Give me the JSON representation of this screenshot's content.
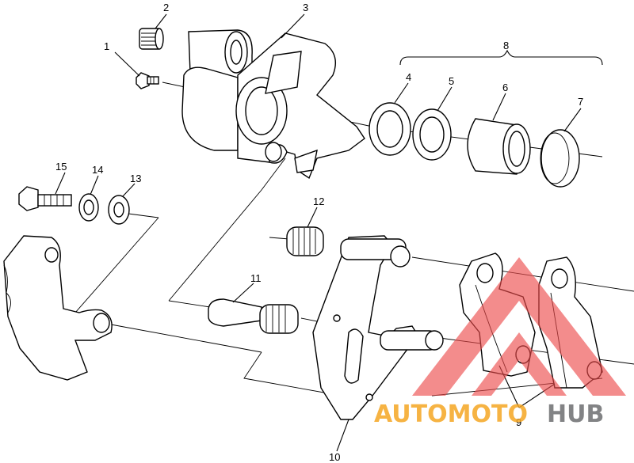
{
  "callouts": {
    "c1": "1",
    "c2": "2",
    "c3": "3",
    "c4": "4",
    "c5": "5",
    "c6": "6",
    "c7": "7",
    "c8": "8",
    "c9": "9",
    "c10": "10",
    "c11": "11",
    "c12": "12",
    "c13": "13",
    "c14": "14",
    "c15": "15"
  },
  "watermark": {
    "text_a": "AUTOMOTO",
    "text_b": "HUB",
    "color_a": "#f5a623",
    "color_b": "#6d6e70",
    "logo_color": "#ec4b4b"
  }
}
